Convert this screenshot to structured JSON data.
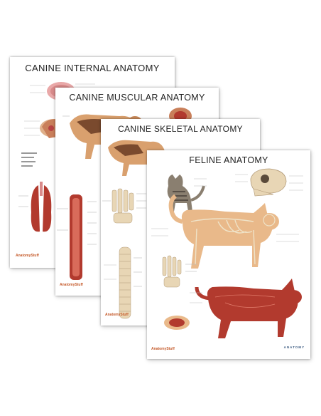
{
  "posters": [
    {
      "title": "CANINE INTERNAL ANATOMY",
      "brand": "AnatomyStuff"
    },
    {
      "title": "CANINE MUSCULAR ANATOMY",
      "brand": "AnatomyStuff"
    },
    {
      "title": "CANINE SKELETAL ANATOMY",
      "brand": "AnatomyStuff"
    },
    {
      "title": "FELINE ANATOMY",
      "brand": "AnatomyStuff",
      "corner_logo": "ANATOMY"
    }
  ],
  "colors": {
    "muscle": "#b23a2e",
    "bone": "#e8d6b5",
    "skin": "#e9b98a",
    "brand": "#c55a2a"
  }
}
